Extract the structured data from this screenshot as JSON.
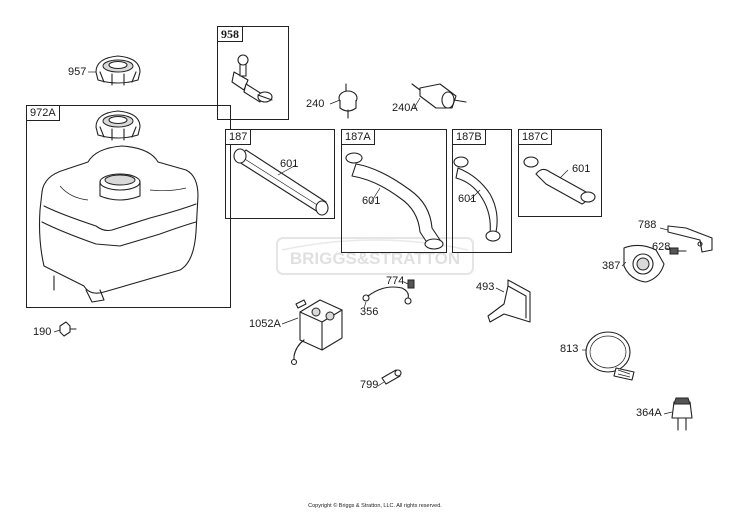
{
  "copyright": "Copyright © Briggs & Stratton, LLC. All rights reserved.",
  "watermark": "BRIGGS&STRATTON",
  "boxes": [
    {
      "id": "958"
    },
    {
      "id": "972A"
    },
    {
      "id": "187"
    },
    {
      "id": "187A"
    },
    {
      "id": "187B"
    },
    {
      "id": "187C"
    }
  ],
  "parts": [
    "957",
    "240",
    "240A",
    "601",
    "601",
    "601",
    "601",
    "788",
    "628",
    "387",
    "774",
    "493",
    "356",
    "1052A",
    "190",
    "813",
    "799",
    "364A"
  ]
}
